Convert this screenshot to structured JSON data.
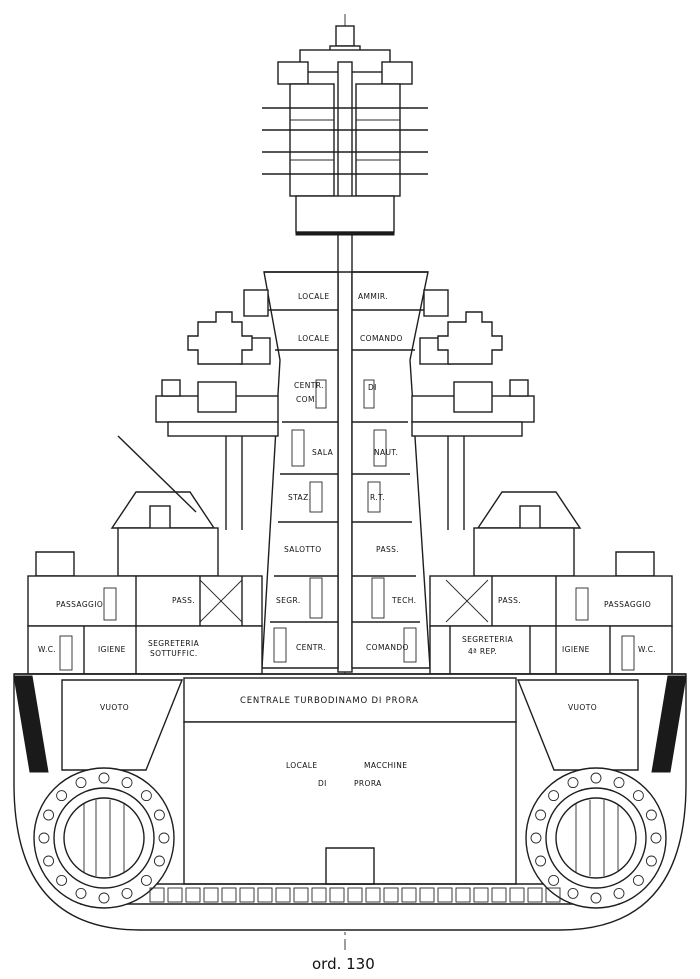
{
  "labels": {
    "locale_left": "LOCALE",
    "ammir": "AMMIR.",
    "locale_left2": "LOCALE",
    "comando_top": "COMANDO",
    "centr_com": "CENTR.",
    "com": "COM.",
    "di": "DI",
    "sala": "SALA",
    "naut": "NAUT.",
    "staz": "STAZ.",
    "rt": "R.T.",
    "salotto": "SALOTTO",
    "pass_center": "PASS.",
    "passaggio_left": "PASSAGGIO",
    "pass_left": "PASS.",
    "segr": "SEGR.",
    "tech": "TECH.",
    "pass_right": "PASS.",
    "passaggio_right": "PASSAGGIO",
    "wc_left": "W.C.",
    "igiene_left": "IGIENE",
    "segreteria_left_1": "SEGRETERIA",
    "segreteria_left_2": "SOTTUFFIC.",
    "centr_small": "CENTR.",
    "comando_small": "COMANDO",
    "segreteria_right_1": "SEGRETERIA",
    "segreteria_right_2": "4ª REP.",
    "igiene_right": "IGIENE",
    "wc_right": "W.C.",
    "vuoto_left": "VUOTO",
    "vuoto_right": "VUOTO",
    "centrale": "CENTRALE  TURBODINAMO  DI  PRORA",
    "locale_macchine_1": "LOCALE",
    "locale_macchine_2": "MACCHINE",
    "di_prora_1": "DI",
    "di_prora_2": "PRORA"
  },
  "caption": "ord. 130"
}
